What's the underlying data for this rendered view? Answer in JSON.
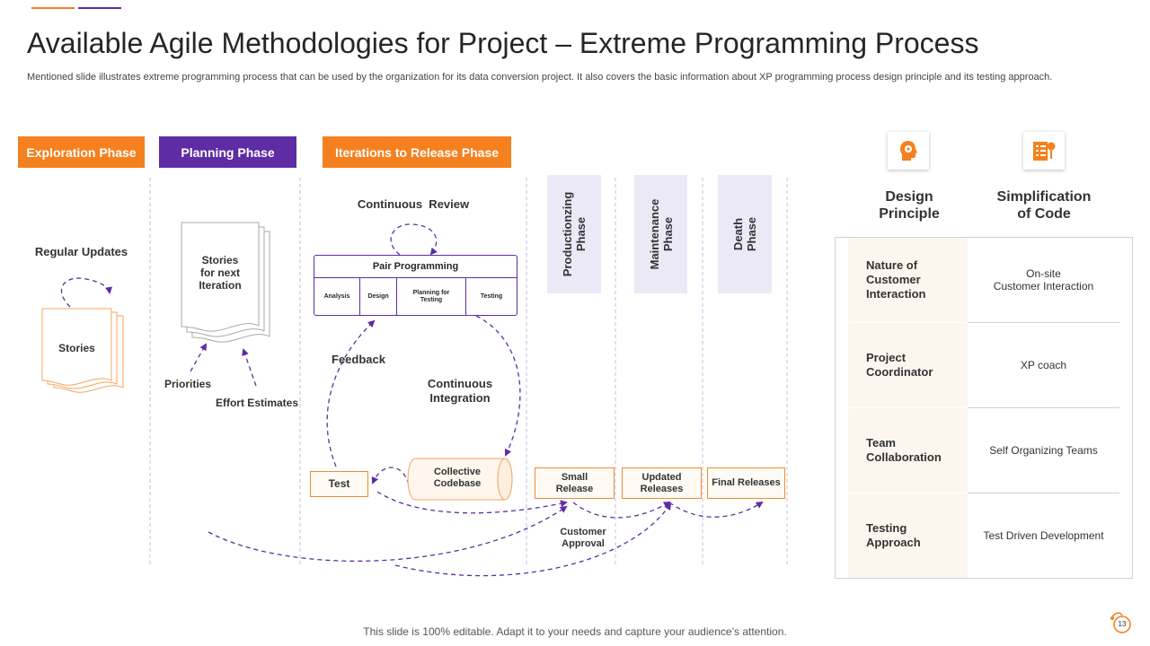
{
  "colors": {
    "orange": "#f5801f",
    "purple": "#5e2ca5",
    "lavender": "#ece9f7"
  },
  "header": {
    "title": "Available Agile Methodologies for Project – Extreme Programming Process",
    "subtitle": "Mentioned slide illustrates extreme programming process that can be used by the organization for its data conversion project. It also covers the basic information about XP programming process design principle and its testing approach."
  },
  "phases": {
    "exploration": "Exploration Phase",
    "planning": "Planning Phase",
    "iterations": "Iterations to Release Phase",
    "productionizing": "Productionzing\nPhase",
    "maintenance": "Maintenance\nPhase",
    "death": "Death\nPhase"
  },
  "diagram": {
    "regular_updates": "Regular Updates",
    "stories": "Stories",
    "stories_next": "Stories\nfor next\nIteration",
    "priorities": "Priorities",
    "effort_estimates": "Effort Estimates",
    "continuous_review": "Continuous  Review",
    "pair_programming": {
      "title": "Pair Programming",
      "cells": [
        "Analysis",
        "Design",
        "Planning for\nTesting",
        "Testing"
      ]
    },
    "feedback": "Feedback",
    "continuous_integration": "Continuous\nIntegration",
    "test": "Test",
    "collective_codebase": "Collective\nCodebase",
    "small_release": "Small\nRelease",
    "updated_releases": "Updated\nReleases",
    "final_releases": "Final Releases",
    "customer_approval": "Customer\nApproval"
  },
  "side": {
    "icons": [
      "head-gear-icon",
      "checklist-pin-icon"
    ],
    "col1": "Design\nPrinciple",
    "col2": "Simplification\nof Code",
    "rows": [
      {
        "label": "Nature of\nCustomer\nInteraction",
        "value": "On-site\nCustomer Interaction"
      },
      {
        "label": "Project\nCoordinator",
        "value": "XP coach"
      },
      {
        "label": "Team\nCollaboration",
        "value": "Self Organizing Teams"
      },
      {
        "label": "Testing\nApproach",
        "value": "Test Driven Development"
      }
    ]
  },
  "footer": {
    "text": "This slide is 100% editable. Adapt it to your needs and capture your audience’s attention.",
    "page": "13"
  }
}
